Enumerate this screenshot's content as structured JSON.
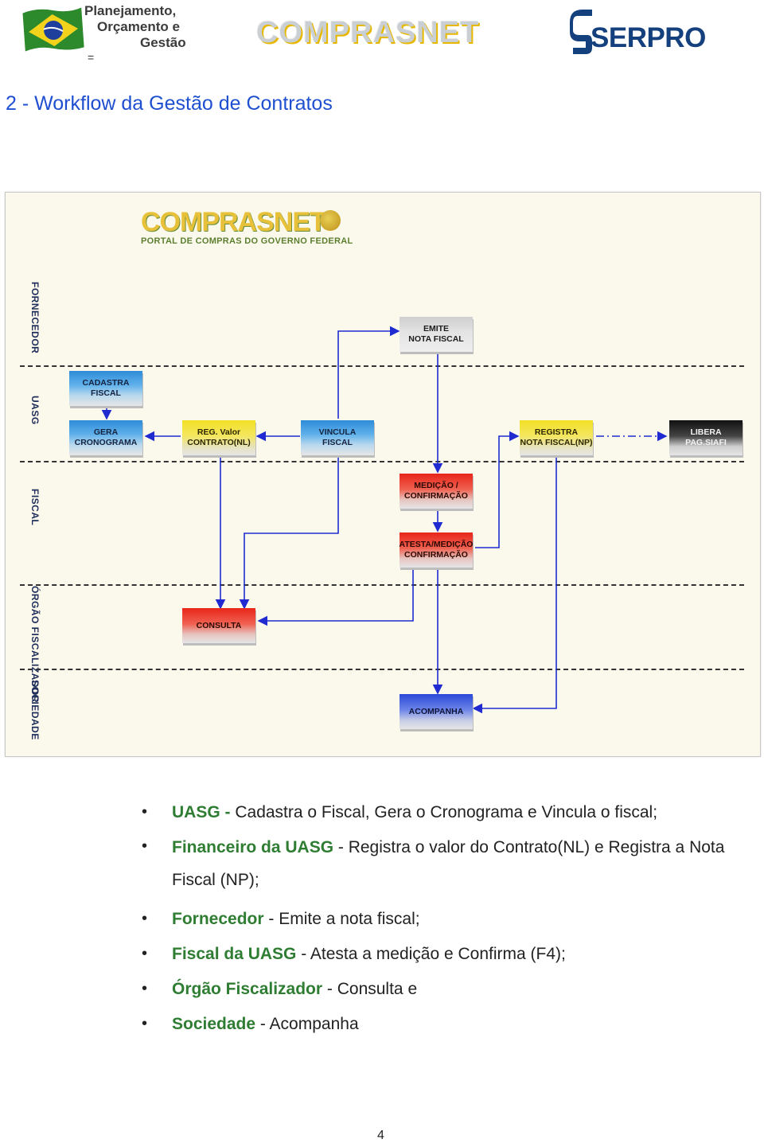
{
  "header": {
    "ministry_line1": "Planejamento,",
    "ministry_line2": "Orçamento e",
    "ministry_line3": "Gestão",
    "eq_sign": "=",
    "compras_logo": "COMPRASNET",
    "serpro_logo": "SERPRO"
  },
  "title": "2 - Workflow da Gestão de Contratos",
  "diagram": {
    "logo_title": "COMPRASNET",
    "logo_subtitle": "PORTAL DE COMPRAS DO GOVERNO FEDERAL",
    "lanes": [
      "FORNECEDOR",
      "UASG",
      "FISCAL",
      "ÓRGÃO FISCALIZADOR",
      "SOCIEDADE"
    ],
    "boxes": {
      "emite_nf": [
        "EMITE",
        "NOTA FISCAL"
      ],
      "cadastra_fiscal": [
        "CADASTRA",
        "FISCAL"
      ],
      "gera_cronograma": [
        "GERA",
        "CRONOGRAMA"
      ],
      "reg_valor": [
        "REG. Valor",
        "CONTRATO(NL)"
      ],
      "vincula_fiscal": [
        "VINCULA",
        "FISCAL"
      ],
      "registra_nf": [
        "REGISTRA",
        "NOTA FISCAL(NP)"
      ],
      "libera_pag": [
        "LIBERA",
        "PAG.SIAFI"
      ],
      "medicao": [
        "MEDIÇÃO /",
        "CONFIRMAÇÃO"
      ],
      "atesta": [
        "ATESTA/MEDIÇÃO",
        "CONFIRMAÇÃO"
      ],
      "consulta": [
        "CONSULTA"
      ],
      "acompanha": [
        "ACOMPANHA"
      ]
    },
    "colors": {
      "blue": "#2f8cd8",
      "yellow": "#f2e024",
      "red": "#e8261a",
      "grey": "#cfcfcf",
      "black": "#111111",
      "arrow": "#1f2bd1"
    }
  },
  "bullets": [
    {
      "key": "UASG - ",
      "text": " Cadastra o Fiscal, Gera o Cronograma e Vincula o fiscal;"
    },
    {
      "key": "Financeiro da UASG",
      "text": " - Registra o valor do Contrato(NL) e Registra a Nota Fiscal (NP);"
    },
    {
      "key": "Fornecedor",
      "text": " - Emite a nota fiscal;"
    },
    {
      "key": "Fiscal da UASG",
      "text": " -  Atesta a medição e Confirma (F4);"
    },
    {
      "key": "Órgão Fiscalizador",
      "text": " - Consulta e"
    },
    {
      "key": "Sociedade",
      "text": " - Acompanha"
    }
  ],
  "page_number": "4"
}
